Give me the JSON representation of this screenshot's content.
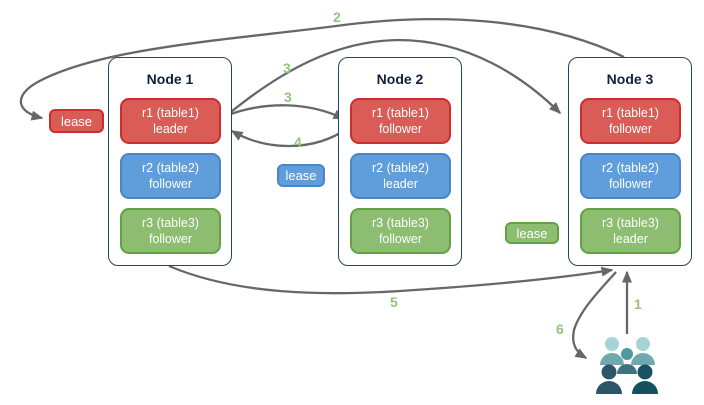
{
  "diagram": {
    "nodes": [
      {
        "title": "Node 1",
        "replicas": [
          {
            "name": "r1 (table1)",
            "role": "leader",
            "color": "red"
          },
          {
            "name": "r2 (table2)",
            "role": "follower",
            "color": "blue"
          },
          {
            "name": "r3 (table3)",
            "role": "follower",
            "color": "green"
          }
        ]
      },
      {
        "title": "Node 2",
        "replicas": [
          {
            "name": "r1 (table1)",
            "role": "follower",
            "color": "red"
          },
          {
            "name": "r2 (table2)",
            "role": "leader",
            "color": "blue"
          },
          {
            "name": "r3 (table3)",
            "role": "follower",
            "color": "green"
          }
        ]
      },
      {
        "title": "Node 3",
        "replicas": [
          {
            "name": "r1 (table1)",
            "role": "follower",
            "color": "red"
          },
          {
            "name": "r2 (table2)",
            "role": "follower",
            "color": "blue"
          },
          {
            "name": "r3 (table3)",
            "role": "leader",
            "color": "green"
          }
        ]
      }
    ],
    "leases": [
      {
        "label": "lease",
        "color": "red"
      },
      {
        "label": "lease",
        "color": "blue"
      },
      {
        "label": "lease",
        "color": "green"
      }
    ],
    "arrows": [
      {
        "label": "1",
        "from": "users",
        "to": "node3-r3-leader"
      },
      {
        "label": "2",
        "from": "node3-top",
        "to": "red-lease"
      },
      {
        "label": "3",
        "from": "node1-r1-leader",
        "to": "node3-r1-follower"
      },
      {
        "label": "3",
        "from": "node1-r1-leader",
        "to": "node2-r1-follower"
      },
      {
        "label": "4",
        "from": "node2-r1-follower",
        "to": "node1-r1-leader"
      },
      {
        "label": "5",
        "from": "node1-bottom",
        "to": "node3-bottom"
      },
      {
        "label": "6",
        "from": "node3-bottom",
        "to": "users"
      }
    ],
    "colors": {
      "table1_replica": "#d95c57",
      "table2_replica": "#5f9edb",
      "table3_replica": "#8cbd70",
      "step_label": "#93c47d",
      "arrow": "#676767",
      "node_border": "#26456b",
      "background": "#ffffff"
    }
  }
}
